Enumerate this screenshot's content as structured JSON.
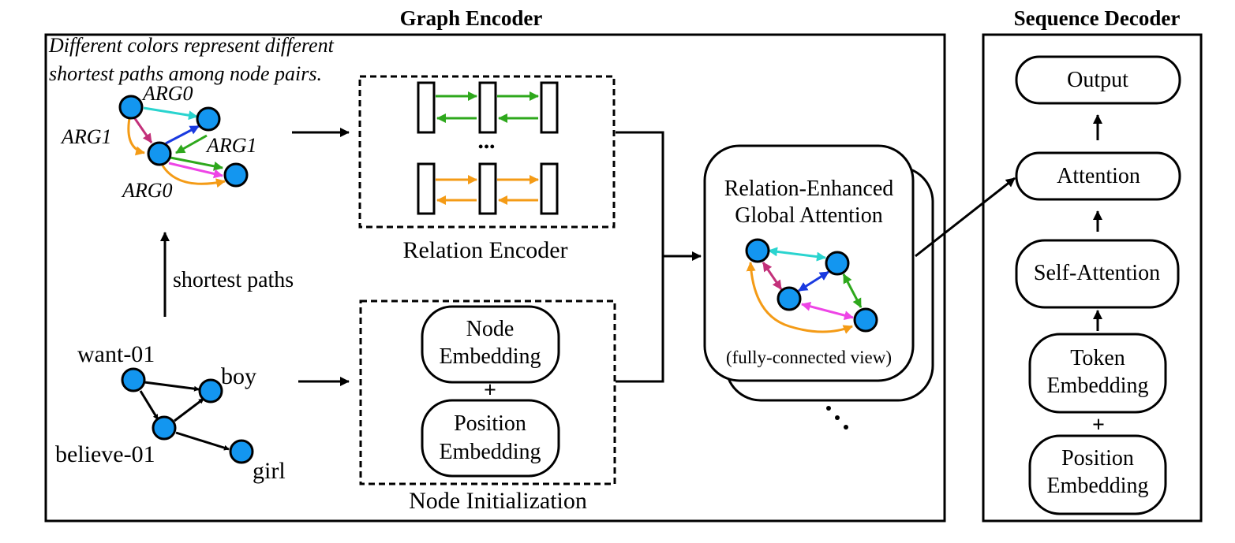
{
  "graph_encoder": {
    "title": "Graph Encoder",
    "note_line1": "Different colors represent different",
    "note_line2": "shortest paths among node pairs.",
    "top_graph": {
      "edge_labels": {
        "arg0_top": "ARG0",
        "arg1_left": "ARG1",
        "arg1_right": "ARG1",
        "arg0_bottom": "ARG0"
      }
    },
    "shortest_paths_label": "shortest paths",
    "amr_graph": {
      "nodes": {
        "want": "want-01",
        "boy": "boy",
        "believe": "believe-01",
        "girl": "girl"
      }
    },
    "relation_encoder": {
      "label": "Relation Encoder",
      "ellipsis": "•••"
    },
    "node_initialization": {
      "label": "Node Initialization",
      "node_embedding_line1": "Node",
      "node_embedding_line2": "Embedding",
      "plus": "+",
      "position_embedding_line1": "Position",
      "position_embedding_line2": "Embedding"
    },
    "global_attention": {
      "title_line1": "Relation-Enhanced",
      "title_line2": "Global Attention",
      "caption": "(fully-connected view)"
    }
  },
  "sequence_decoder": {
    "title": "Sequence Decoder",
    "output": "Output",
    "attention": "Attention",
    "self_attention": "Self-Attention",
    "token_embedding_line1": "Token",
    "token_embedding_line2": "Embedding",
    "plus": "+",
    "position_embedding_line1": "Position",
    "position_embedding_line2": "Embedding"
  },
  "colors": {
    "node_fill": "#1396f0",
    "cyan": "#2ad4cf",
    "magenta": "#c3317a",
    "blue": "#1a3ae0",
    "green": "#2ea81c",
    "orange": "#f49b16",
    "pink": "#ee45e6",
    "black": "#000000"
  }
}
